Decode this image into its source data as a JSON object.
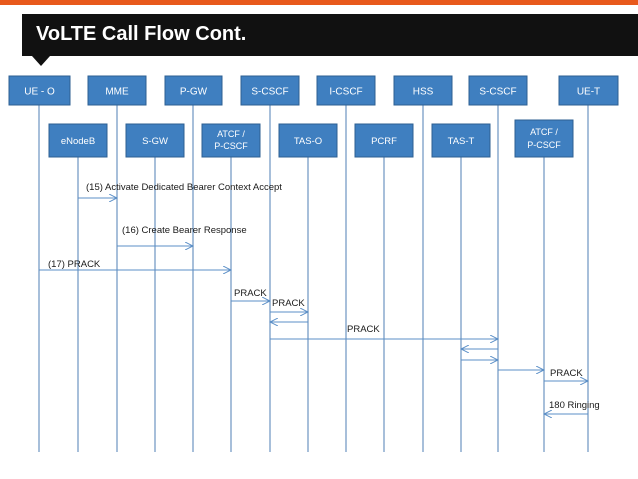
{
  "title": "VoLTE Call Flow Cont.",
  "colors": {
    "accent": "#e8591c",
    "banner": "#111111",
    "entity_fill": "#3f7fc0",
    "entity_stroke": "#2d5f92",
    "lifeline": "#4f7fb5",
    "arrow": "#5b8fc7"
  },
  "entities": {
    "ue_o": "UE - O",
    "mme": "MME",
    "pgw": "P-GW",
    "scscf_o": "S-CSCF",
    "icscf": "I-CSCF",
    "hss": "HSS",
    "scscf_t": "S-CSCF",
    "ue_t": "UE-T",
    "enodeb": "eNodeB",
    "sgw": "S-GW",
    "atcf_o_line1": "ATCF /",
    "atcf_o_line2": "P-CSCF",
    "tas_o": "TAS-O",
    "pcrf": "PCRF",
    "tas_t": "TAS-T",
    "atcf_t_line1": "ATCF /",
    "atcf_t_line2": "P-CSCF"
  },
  "messages": {
    "m15": "(15) Activate Dedicated Bearer  Context Accept",
    "m16": "(16) Create Bearer Response",
    "m17": "(17) PRACK",
    "prack_1": "PRACK",
    "prack_2": "PRACK",
    "prack_3": "PRACK",
    "prack_4": "PRACK",
    "ringing": "180 Ringing"
  }
}
